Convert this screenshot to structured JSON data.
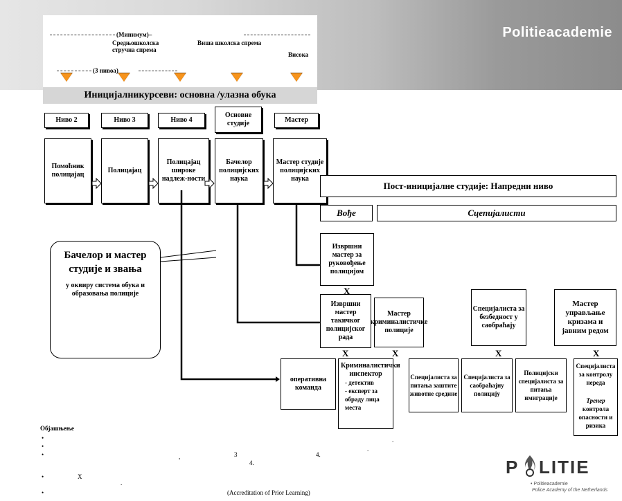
{
  "brand": "Politieacademie",
  "scale": {
    "minimum_label": "(Минимум)–",
    "secondary_label": "Средњошколска стручна спрема",
    "higher_school_label": "Виша школска спрема",
    "high_label": "Висока",
    "three_levels_label": "(3 нивоа)"
  },
  "initial_courses": "Иницијалникурсеви: основна /улазна обука",
  "levels": [
    "Ниво 2",
    "Ниво 3",
    "Ниво 4",
    "Основне студије",
    "Мастер"
  ],
  "roles": [
    "Помоћник полицајац",
    "Полицајац",
    "Полицајац широке надлеж-ности",
    "Бачелор полицијских наука",
    "Мастер студије полицијских наука"
  ],
  "post_initial": "Пост-иницијалне студије:   Напредни ниво",
  "leaders": "Вође",
  "specialists": "Сцепијалисти",
  "callout": {
    "title": "Бачелор и мастер студије и звања",
    "subtitle": "у оквиру система обука и образовања полиције"
  },
  "exec_master_mgmt": "Извршни мастер за руковођење полицијом",
  "exec_master_tactical": "Извршни мастер такичког полицијског рада",
  "master_criminalistics": "Мастер криминалистичке полиције",
  "traffic_security_specialist": "Специјалиста за безбедност у саобраћају",
  "crisis_master": "Мастер управљање кризама и јавним редом",
  "x": "X",
  "bottom_boxes": {
    "operative_command": "оперативна команда",
    "crim_inspector_title": "Криминалистички инспектор",
    "crim_inspector_items": [
      "- детектив",
      "- експерт за обраду лица места"
    ],
    "env_specialist": "Специјалиста за питања заштите животне средине",
    "traffic_police_specialist": "Специјалиста за саобраћајну полицију",
    "immigration_specialist": "Полицијски специјалиста за питања имиграције",
    "riot_specialist": "Специјалиста за контролу нереда",
    "trainer_label": "Тренер",
    "trainer_text": "контрола опасности и ризика"
  },
  "legend": {
    "title": "Објашњење",
    "bullets": [
      "",
      "",
      "",
      "",
      ""
    ],
    "num_3": "3",
    "num_4a": "4.",
    "num_4b": "4.",
    "x_note": "X",
    "apl": "(Accreditation of Prior Learning)"
  },
  "footer_logo": {
    "word": "LITIE",
    "p": "P",
    "line1": "• Politieacademie",
    "line2": "Police Academy of the Netherlands"
  },
  "colors": {
    "accent_triangle": "#f7941d",
    "gray_bar": "#d6d6d6"
  }
}
